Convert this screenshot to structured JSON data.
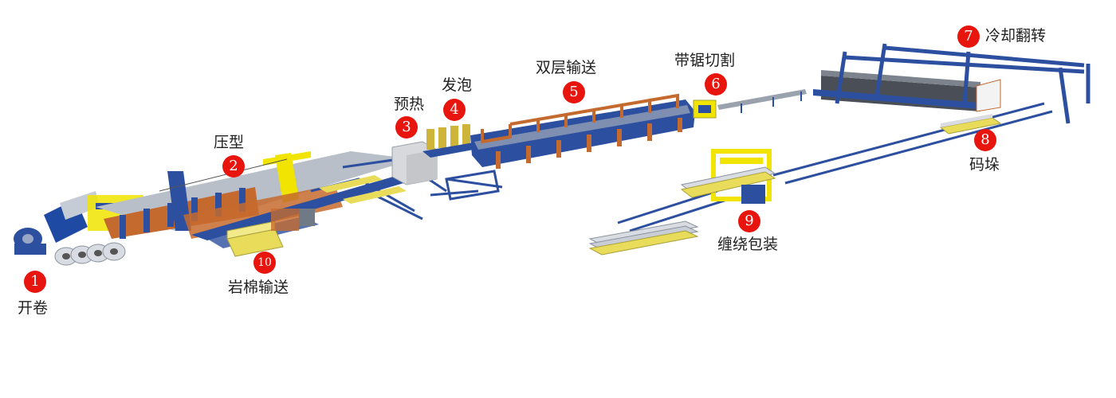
{
  "accent_color": "#e8150f",
  "steps": [
    {
      "number": "1",
      "label": "开卷",
      "icon": "uncoiler-icon"
    },
    {
      "number": "2",
      "label": "压型",
      "icon": "roll-former-icon"
    },
    {
      "number": "3",
      "label": "预热",
      "icon": "preheat-oven-icon"
    },
    {
      "number": "4",
      "label": "发泡",
      "icon": "foaming-machine-icon"
    },
    {
      "number": "5",
      "label": "双层输送",
      "icon": "double-belt-conveyor-icon"
    },
    {
      "number": "6",
      "label": "带锯切割",
      "icon": "band-saw-icon"
    },
    {
      "number": "7",
      "label": "冷却翻转",
      "icon": "cooling-turnover-icon"
    },
    {
      "number": "8",
      "label": "码垛",
      "icon": "stacker-icon"
    },
    {
      "number": "9",
      "label": "缠绕包装",
      "icon": "wrapping-machine-icon"
    },
    {
      "number": "10",
      "label": "岩棉输送",
      "icon": "rock-wool-feeder-icon"
    }
  ]
}
